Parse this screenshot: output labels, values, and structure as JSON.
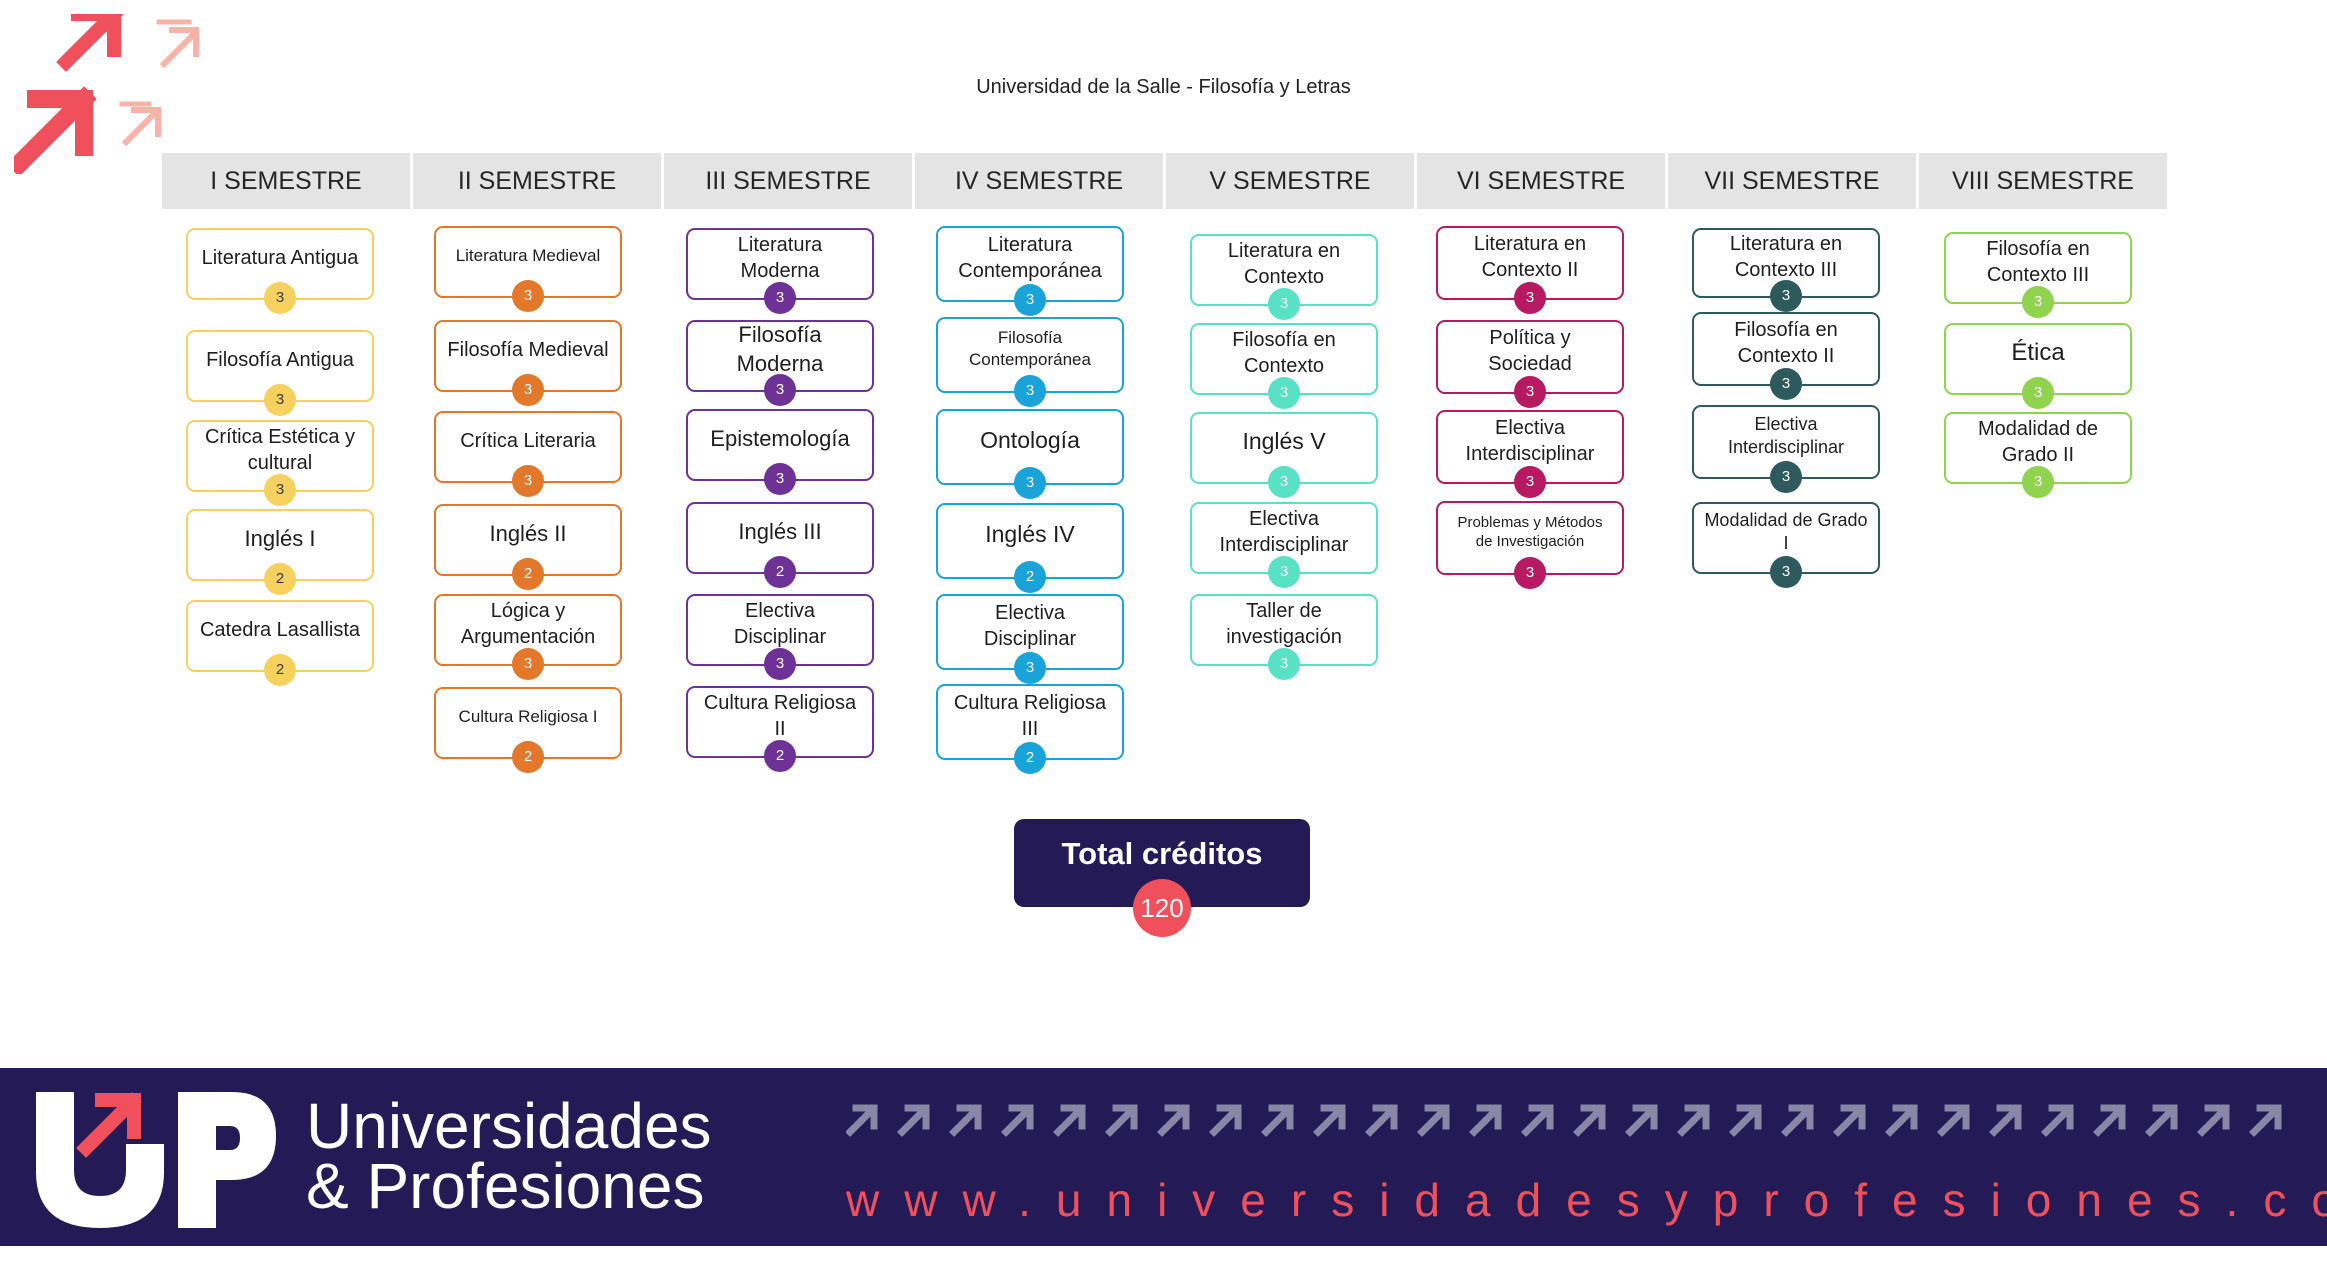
{
  "title": "Universidad de la Salle - Filosofía y Letras",
  "colors": {
    "yellow": "#f7d15e",
    "orange": "#e3782b",
    "purple": "#6e3296",
    "blue": "#1aa3d9",
    "mint": "#58e1c4",
    "magenta": "#b51a63",
    "teal": "#2e5a5e",
    "green": "#8fd34e",
    "accent": "#f0505c",
    "navy": "#241b56"
  },
  "semesters": [
    {
      "label": "I SEMESTRE",
      "color": "#f7d15e",
      "badge_text": "#3a3a3a",
      "courses": [
        {
          "name": "Literatura Antigua",
          "credits": "3"
        },
        {
          "name": "Filosofía Antigua",
          "credits": "3"
        },
        {
          "name": "Crítica Estética y cultural",
          "credits": "3"
        },
        {
          "name": "Inglés I",
          "credits": "2"
        },
        {
          "name": "Catedra Lasallista",
          "credits": "2"
        }
      ]
    },
    {
      "label": "II SEMESTRE",
      "color": "#e3782b",
      "badge_text": "#ffffff",
      "courses": [
        {
          "name": "Literatura Medieval",
          "credits": "3"
        },
        {
          "name": "Filosofía Medieval",
          "credits": "3"
        },
        {
          "name": "Crítica Literaria",
          "credits": "3"
        },
        {
          "name": "Inglés II",
          "credits": "2"
        },
        {
          "name": "Lógica y Argumentación",
          "credits": "3"
        },
        {
          "name": "Cultura Religiosa I",
          "credits": "2"
        }
      ]
    },
    {
      "label": "III SEMESTRE",
      "color": "#6e3296",
      "badge_text": "#ffffff",
      "courses": [
        {
          "name": "Literatura Moderna",
          "credits": "3"
        },
        {
          "name": "Filosofía Moderna",
          "credits": "3"
        },
        {
          "name": "Epistemología",
          "credits": "3"
        },
        {
          "name": "Inglés III",
          "credits": "2"
        },
        {
          "name": "Electiva Disciplinar",
          "credits": "3"
        },
        {
          "name": "Cultura Religiosa II",
          "credits": "2"
        }
      ]
    },
    {
      "label": "IV SEMESTRE",
      "color": "#1aa3d9",
      "badge_text": "#ffffff",
      "courses": [
        {
          "name": "Literatura Contemporánea",
          "credits": "3"
        },
        {
          "name": "Filosofía Contemporánea",
          "credits": "3"
        },
        {
          "name": "Ontología",
          "credits": "3"
        },
        {
          "name": "Inglés IV",
          "credits": "2"
        },
        {
          "name": "Electiva Disciplinar",
          "credits": "3"
        },
        {
          "name": "Cultura Religiosa III",
          "credits": "2"
        }
      ]
    },
    {
      "label": "V SEMESTRE",
      "color": "#58e1c4",
      "badge_text": "#ffffff",
      "courses": [
        {
          "name": "Literatura en Contexto",
          "credits": "3"
        },
        {
          "name": "Filosofía en Contexto",
          "credits": "3"
        },
        {
          "name": "Inglés V",
          "credits": "3"
        },
        {
          "name": "Electiva Interdisciplinar",
          "credits": "3"
        },
        {
          "name": "Taller de investigación",
          "credits": "3"
        }
      ]
    },
    {
      "label": "VI SEMESTRE",
      "color": "#b51a63",
      "badge_text": "#ffffff",
      "courses": [
        {
          "name": "Literatura en Contexto II",
          "credits": "3"
        },
        {
          "name": "Política y Sociedad",
          "credits": "3"
        },
        {
          "name": "Electiva Interdisciplinar",
          "credits": "3"
        },
        {
          "name": "Problemas y Métodos de Investigación",
          "credits": "3"
        }
      ]
    },
    {
      "label": "VII SEMESTRE",
      "color": "#2e5a5e",
      "badge_text": "#ffffff",
      "courses": [
        {
          "name": "Literatura en Contexto III",
          "credits": "3"
        },
        {
          "name": "Filosofía en Contexto II",
          "credits": "3"
        },
        {
          "name": "Electiva Interdisciplinar",
          "credits": "3"
        },
        {
          "name": "Modalidad de Grado I",
          "credits": "3"
        }
      ]
    },
    {
      "label": "VIII SEMESTRE",
      "color": "#8fd34e",
      "badge_text": "#ffffff",
      "courses": [
        {
          "name": "Filosofía en Contexto III",
          "credits": "3"
        },
        {
          "name": "Ética",
          "credits": "3"
        },
        {
          "name": "Modalidad de Grado II",
          "credits": "3"
        }
      ]
    }
  ],
  "total": {
    "label": "Total créditos",
    "value": "120"
  },
  "footer": {
    "brand_line1": "Universidades",
    "brand_line2": "& Profesiones",
    "url": "www.universidadesyprofesiones.com",
    "logo_letters": "UP"
  },
  "icons": {
    "corner": "arrow-up-right-icon",
    "footer_pattern": "arrow-up-right-icon"
  }
}
